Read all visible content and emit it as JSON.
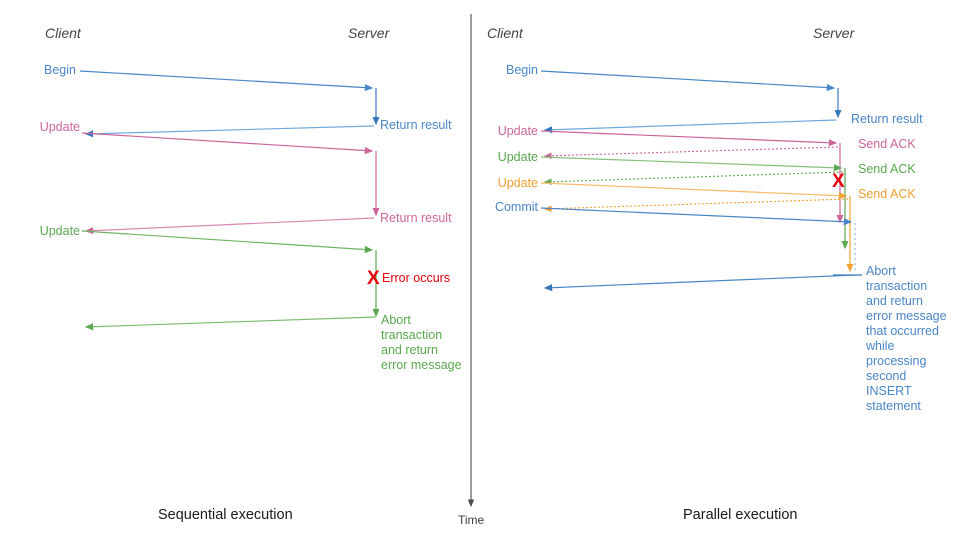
{
  "figure": {
    "title_left": "Sequential execution",
    "title_right": "Parallel execution",
    "time_axis_label": "Time"
  },
  "colors": {
    "blue": "#4a86c8",
    "blue_dark": "#3a78bd",
    "pink": "#cc6699",
    "green": "#5aa84f",
    "green_light": "#87c07c",
    "orange": "#f0a030",
    "red": "#e8000d",
    "gray_axis": "#4d4d4d",
    "actor_text": "#444444",
    "caption_text": "#1a1a1a"
  },
  "left_panel": {
    "name": "sequential-execution-panel",
    "actors": {
      "client": "Client",
      "server": "Server"
    },
    "messages": [
      {
        "label": "Begin",
        "color_key": "blue",
        "direction": "client-to-server"
      },
      {
        "label": "Return result",
        "color_key": "blue",
        "direction": "server-to-client"
      },
      {
        "label": "Update",
        "color_key": "pink",
        "direction": "client-to-server"
      },
      {
        "label": "Return result",
        "color_key": "pink",
        "direction": "server-to-client"
      },
      {
        "label": "Update",
        "color_key": "green",
        "direction": "client-to-server"
      }
    ],
    "error_marker": {
      "glyph": "X",
      "label": "Error occurs",
      "color_key": "red"
    },
    "abort_note": "Abort\ntransaction\nand return\nerror message"
  },
  "right_panel": {
    "name": "parallel-execution-panel",
    "actors": {
      "client": "Client",
      "server": "Server"
    },
    "messages": [
      {
        "label": "Begin",
        "color_key": "blue",
        "direction": "client-to-server"
      },
      {
        "label": "Return result",
        "color_key": "blue",
        "direction": "server-to-client"
      },
      {
        "label": "Update",
        "color_key": "pink",
        "direction": "client-to-server"
      },
      {
        "label": "Send ACK",
        "color_key": "pink",
        "direction": "server-to-client"
      },
      {
        "label": "Update",
        "color_key": "green",
        "direction": "client-to-server"
      },
      {
        "label": "Send ACK",
        "color_key": "green",
        "direction": "server-to-client"
      },
      {
        "label": "Update",
        "color_key": "orange",
        "direction": "client-to-server"
      },
      {
        "label": "Send ACK",
        "color_key": "orange",
        "direction": "server-to-client"
      },
      {
        "label": "Commit",
        "color_key": "blue",
        "direction": "client-to-server"
      }
    ],
    "error_marker": {
      "glyph": "X",
      "color_key": "red"
    },
    "abort_note": "Abort\ntransaction\nand return\nerror message\nthat occurred\nwhile\nprocessing\nsecond\nINSERT\nstatement"
  }
}
